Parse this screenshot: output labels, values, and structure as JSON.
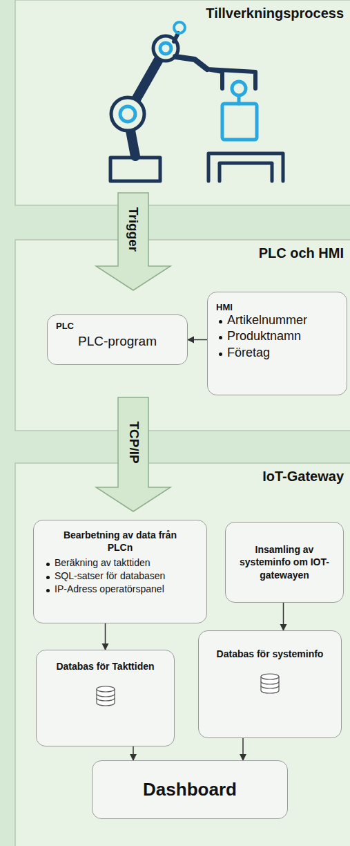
{
  "diagram": {
    "nodes": [
      {
        "text": [
          "Tillverkningsprocess"
        ]
      },
      {
        "text": [
          "PLC och HMI"
        ]
      },
      {
        "text": [
          "PLC",
          "PLC-program"
        ],
        "in": 1
      },
      {
        "text": [
          "HMI",
          "Artikelnummer",
          "Produktnamn",
          "Företag"
        ],
        "in": 1
      },
      {
        "text": [
          "IoT-Gateway"
        ]
      },
      {
        "text": [
          "Bearbetning av data från PLCn",
          "Beräkning av takttiden",
          "SQL-satser för databasen",
          "IP-Adress operatörspanel"
        ],
        "in": 4
      },
      {
        "text": [
          "Insamling av systeminfo om IOT-gatewayen"
        ],
        "in": 4
      },
      {
        "text": [
          "Databas för Takttiden"
        ],
        "in": 4
      },
      {
        "text": [
          "Databas för systeminfo"
        ],
        "in": 4
      },
      {
        "text": [
          "Dashboard"
        ],
        "in": 4
      }
    ],
    "edges": [
      {
        "from": 0,
        "to": 1,
        "label": "Trigger",
        "arrow": "to"
      },
      {
        "from": 3,
        "to": 2,
        "arrow": "to"
      },
      {
        "from": 1,
        "to": 4,
        "label": "TCP/IP",
        "arrow": "to"
      },
      {
        "from": 5,
        "to": 7,
        "arrow": "to"
      },
      {
        "from": 6,
        "to": 8,
        "arrow": "to"
      },
      {
        "from": 7,
        "to": 9,
        "arrow": "to"
      },
      {
        "from": 8,
        "to": 9,
        "arrow": "to"
      }
    ]
  }
}
